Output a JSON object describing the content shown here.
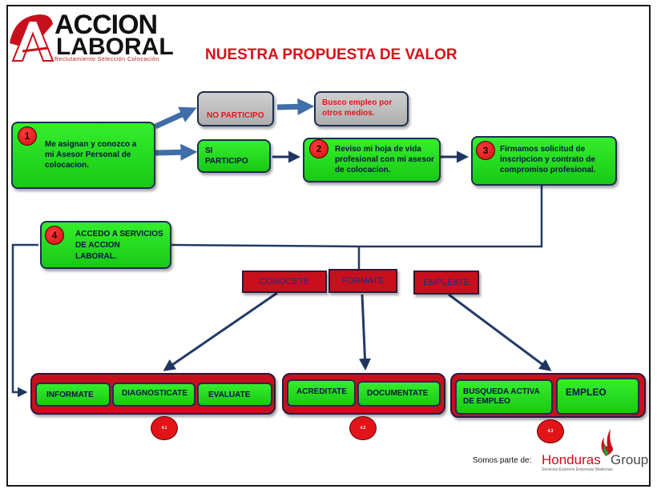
{
  "header": {
    "logo": {
      "word1": "ACCION",
      "word2": "LABORAL",
      "tagline": "Reclutamiento   Selección   Colocación"
    },
    "title": "NUESTRA PROPUESTA DE VALOR"
  },
  "steps": [
    {
      "number": "1",
      "text": "Me asignan y conozco a mi  Asesor  Personal de colocacion."
    },
    {
      "number": "2",
      "text": "Reviso mi hoja de vida profesional con mi asesor de colocacion."
    },
    {
      "number": "3",
      "text": "Firmamos solicitud de inscripcion  y contrato de compromiso profesional."
    },
    {
      "number": "4",
      "text": "ACCEDO  A SERVICIOS  DE ACCION LABORAL."
    }
  ],
  "choices": {
    "no_participo": "NO PARTICIPO",
    "busco_empleo": "Busco empleo por otros medios.",
    "si_participo": "SI PARTICIPO"
  },
  "services": {
    "conocete": "CONOCETE",
    "formate": "FORMATE",
    "empleate": "EMPLEATE"
  },
  "groups": [
    {
      "badge": "4.1",
      "items": [
        "INFORMATE",
        "DIAGNOSTICATE",
        "EVALUATE"
      ]
    },
    {
      "badge": "4.2",
      "items": [
        "ACREDITATE",
        "DOCUMENTATE"
      ]
    },
    {
      "badge": "4.3",
      "items": [
        "BUSQUEDA ACTIVA DE EMPLEO",
        "EMPLEO"
      ]
    }
  ],
  "footer": {
    "label": "Somos parte de:",
    "brand_word1": "Honduras",
    "brand_word2": "Group",
    "brand_tagline": "Servicios Externos  Empresas Modernas"
  },
  "colors": {
    "accent_red": "#c8101d",
    "box_green": "#22d91e",
    "arrow_blue": "#3f6ea8",
    "line_navy": "#223a66"
  }
}
